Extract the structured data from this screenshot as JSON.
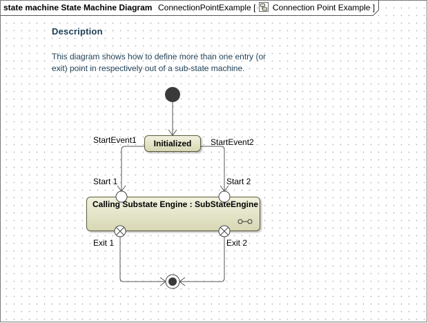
{
  "frame": {
    "kind_label": "state machine State Machine Diagram",
    "context_label": "ConnectionPointExample [",
    "context_icon": "state-machine-icon",
    "context_name": "Connection Point Example ]"
  },
  "description": {
    "title": "Description",
    "text": "This diagram shows how to define more than one entry (or exit) point in respectively out of a sub-state machine."
  },
  "states": {
    "initialized": "Initialized",
    "calling": "Calling Substate Engine : SubStateEngine",
    "submachine_icon": "submachine-indicator-icon"
  },
  "transitions": {
    "left": "StartEvent1",
    "right": "StartEvent2"
  },
  "entry_points": {
    "left": "Start 1",
    "right": "Start 2"
  },
  "exit_points": {
    "left": "Exit 1",
    "right": "Exit 2"
  },
  "pseudostates": {
    "initial": "initial-node-icon",
    "final": "final-state-icon"
  },
  "colors": {
    "state_fill": "#e6e6c8",
    "state_border": "#5a5a3a",
    "description_text": "#1c3f55",
    "line": "#555555"
  }
}
